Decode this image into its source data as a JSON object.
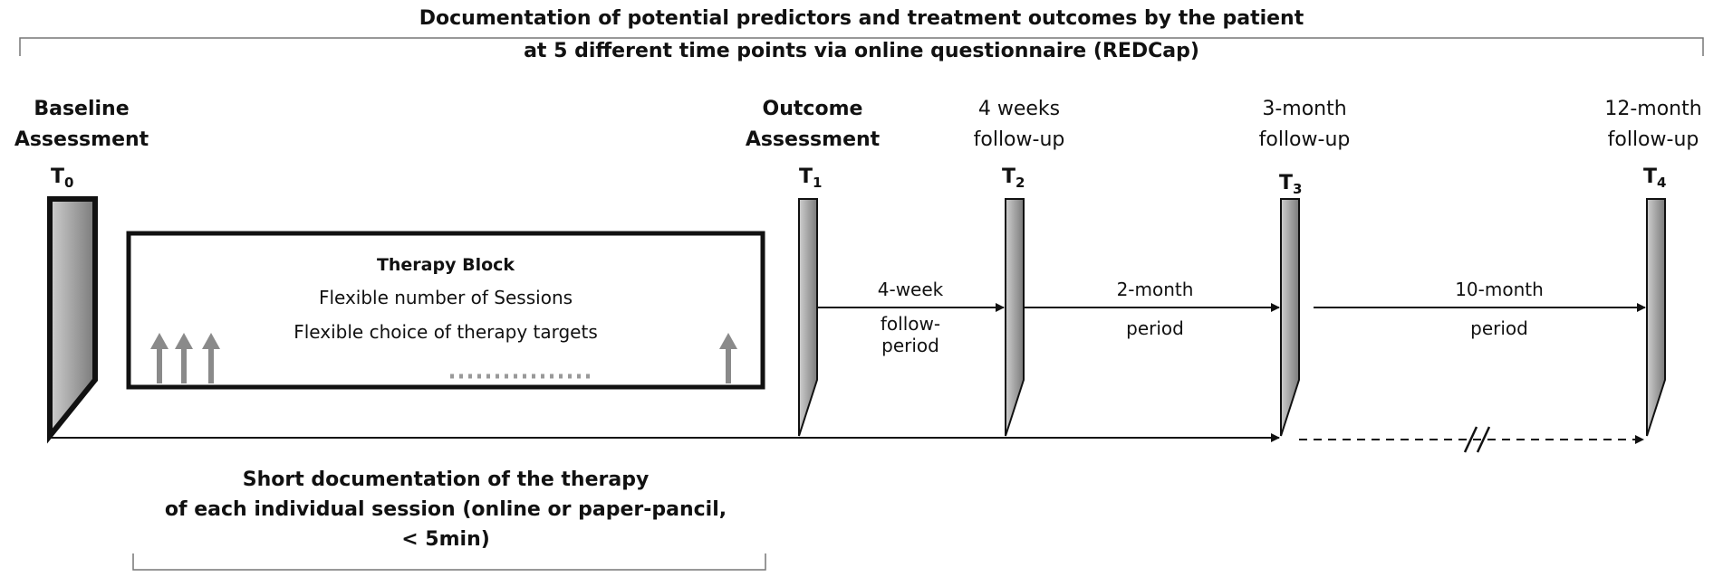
{
  "header": {
    "line1": "Documentation of potential predictors and treatment outcomes by the patient",
    "line2": "at 5 different time points via online questionnaire (REDCap)"
  },
  "timepoints": [
    {
      "id": "T",
      "sub": "0",
      "label_line1": "Baseline",
      "label_line2": "Assessment"
    },
    {
      "id": "T",
      "sub": "1",
      "label_line1": "Outcome",
      "label_line2": "Assessment"
    },
    {
      "id": "T",
      "sub": "2",
      "label_line1": "4 weeks",
      "label_line2": "follow-up"
    },
    {
      "id": "T",
      "sub": "3",
      "label_line1": "3-month",
      "label_line2": "follow-up"
    },
    {
      "id": "T",
      "sub": "4",
      "label_line1": "12-month",
      "label_line2": "follow-up"
    }
  ],
  "therapy_block": {
    "title": "Therapy Block",
    "line1": "Flexible number of Sessions",
    "line2": "Flexible choice of therapy targets"
  },
  "periods": [
    {
      "line1": "4-week",
      "line2": "follow-",
      "line3": "period"
    },
    {
      "line1": "2-month",
      "line2": "period"
    },
    {
      "line1": "10-month",
      "line2": "period"
    }
  ],
  "footer": {
    "line1": "Short documentation of the therapy",
    "line2": "of each individual session (online or paper-pancil,",
    "line3": "< 5min)"
  }
}
